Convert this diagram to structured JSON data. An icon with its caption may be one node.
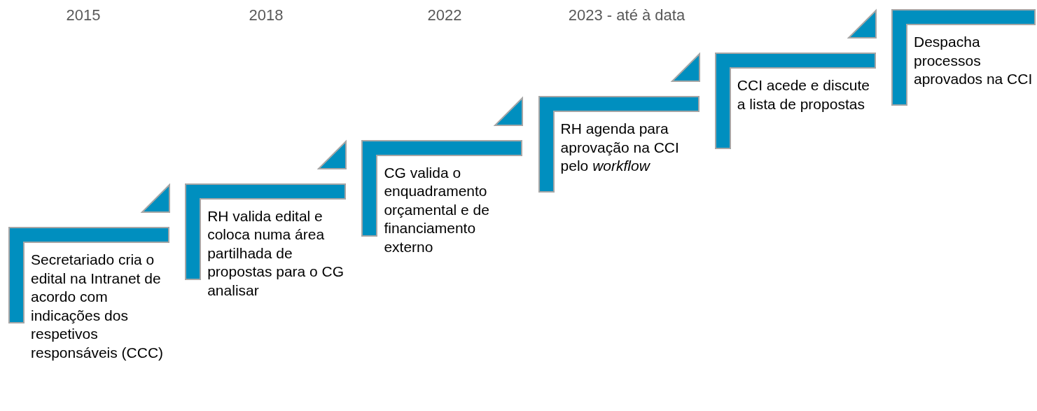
{
  "diagram": {
    "nodes": [
      {
        "text": [
          "Secretariado cria o edital na Intranet de acordo com indicações dos respetivos responsáveis (CCC)"
        ]
      },
      {
        "text": [
          "RH valida edital e coloca numa área partilhada de propostas para o CG analisar"
        ]
      },
      {
        "text": [
          "CG valida o enquadramento orçamental e de financiamento externo"
        ]
      },
      {
        "text": [
          "RH agenda para aprovação na CCI pelo *workflow*"
        ]
      },
      {
        "text": [
          "CCI acede e discute a lista de propostas"
        ]
      },
      {
        "text": [
          "Despacha processos aprovados na CCI"
        ]
      }
    ],
    "labels": [
      "2015",
      "2018",
      "2022",
      "2023 - até à data"
    ]
  }
}
